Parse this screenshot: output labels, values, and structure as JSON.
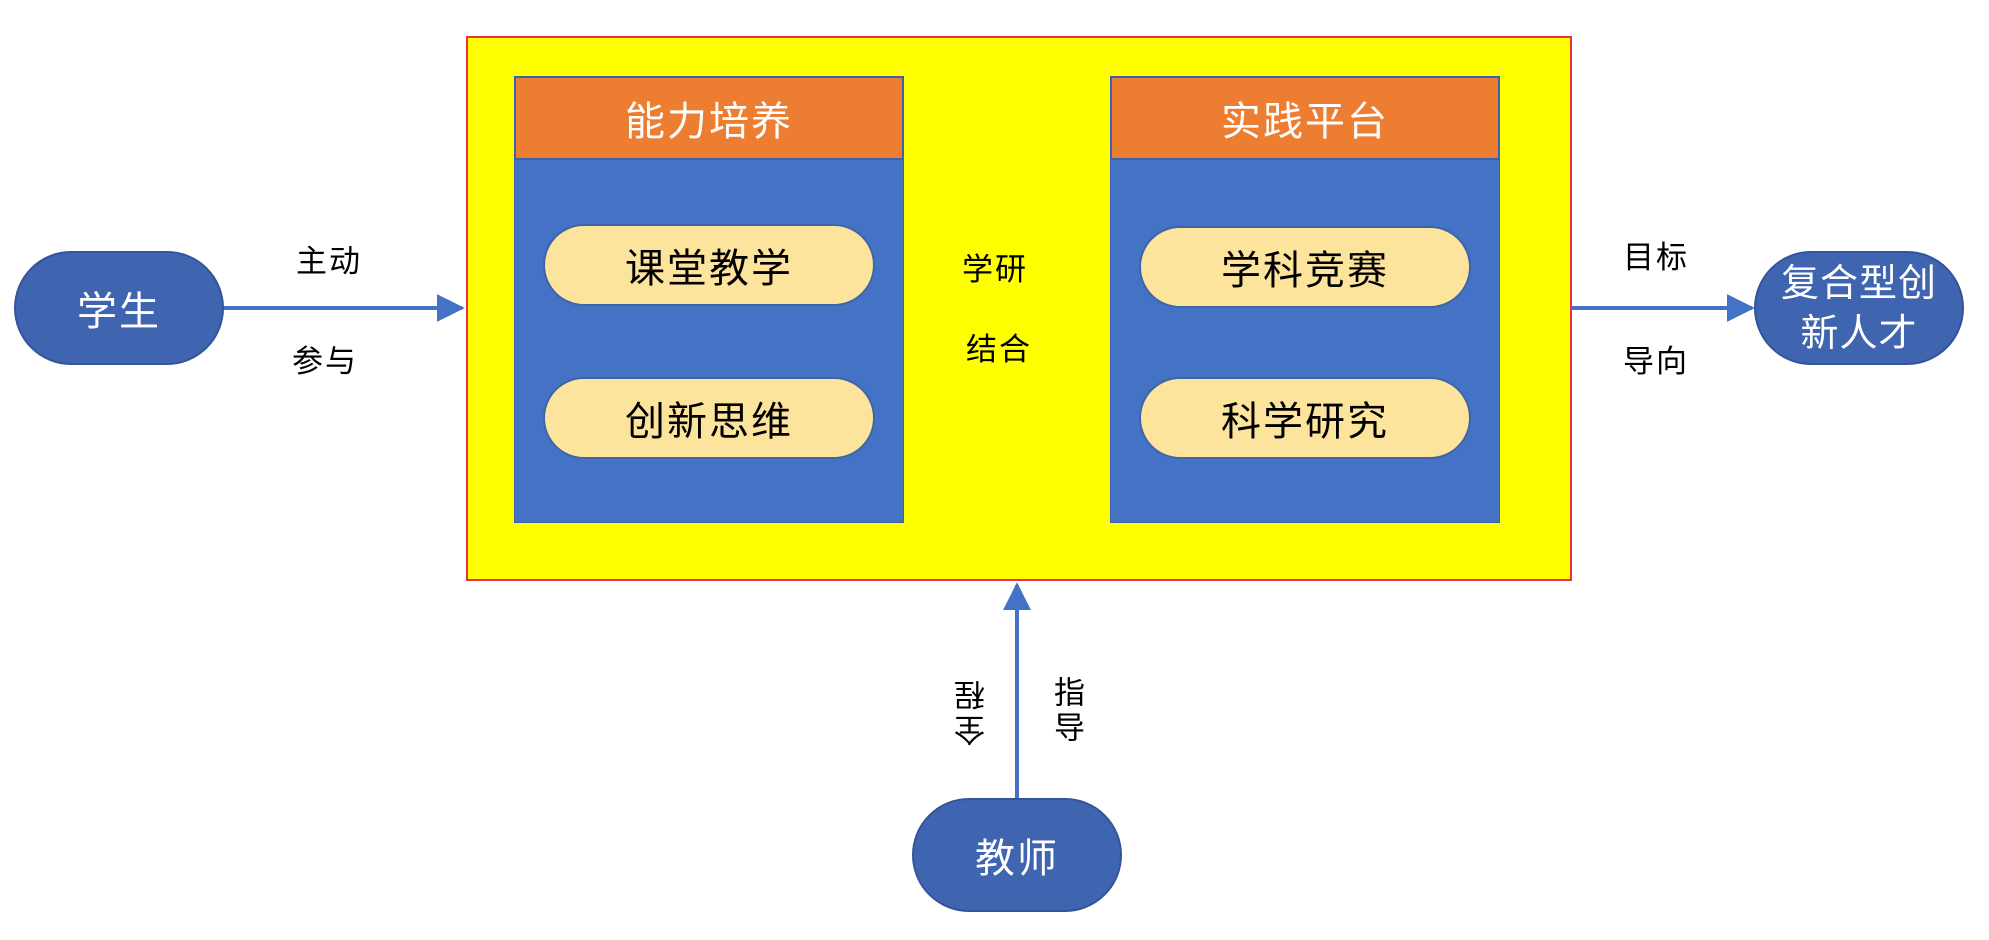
{
  "student": "学生",
  "teacher": "教师",
  "outcome": "复合型创新人才",
  "left_panel": {
    "title": "能力培养",
    "items": [
      "课堂教学",
      "创新思维"
    ]
  },
  "right_panel": {
    "title": "实践平台",
    "items": [
      "学科竞赛",
      "科学研究"
    ]
  },
  "links": {
    "student_top": "主动",
    "student_bottom": "参与",
    "middle_top": "学研",
    "middle_bottom": "结合",
    "outcome_top": "目标",
    "outcome_bottom": "导向",
    "teacher_left": "全程",
    "teacher_right": "指导"
  },
  "colors": {
    "frame_fill": "#ffff00",
    "frame_border": "#e8323c",
    "panel_fill": "#4472c4",
    "header_fill": "#ed7d31",
    "pill_fill": "#fde49c",
    "node_fill": "#3f64b0",
    "arrow": "#4472c4"
  }
}
